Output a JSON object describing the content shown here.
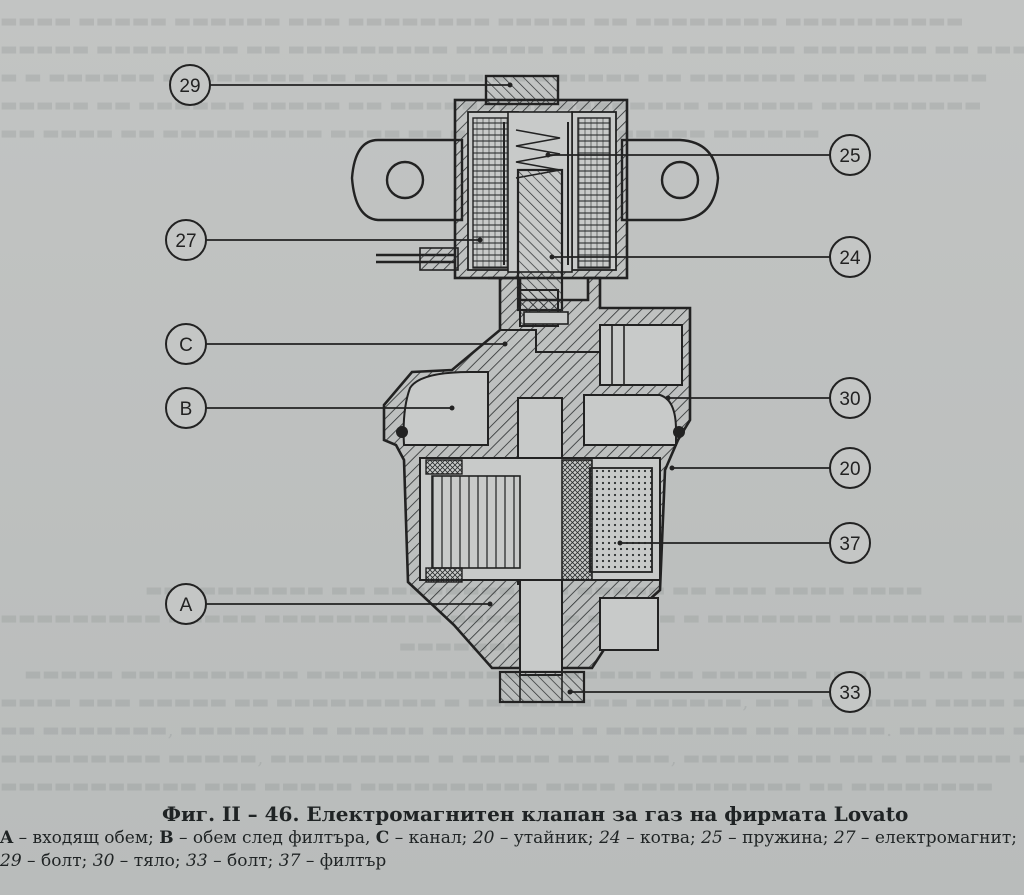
{
  "figure": {
    "callouts": [
      {
        "label": "29"
      },
      {
        "label": "25"
      },
      {
        "label": "27"
      },
      {
        "label": "24"
      },
      {
        "label": "C"
      },
      {
        "label": "B"
      },
      {
        "label": "30"
      },
      {
        "label": "20"
      },
      {
        "label": "37"
      },
      {
        "label": "A"
      },
      {
        "label": "33"
      }
    ]
  },
  "caption": {
    "title": "Фиг. II – 46. Електромагнитен клапан за газ на фирмата Lovato",
    "legend": [
      {
        "key": "A",
        "desc": "входящ обем;"
      },
      {
        "key": "B",
        "desc": "обем след филтъра,"
      },
      {
        "key": "C",
        "desc": "канал;"
      },
      {
        "key": "20",
        "desc": "утайник;"
      },
      {
        "key": "24",
        "desc": "котва;"
      },
      {
        "key": "25",
        "desc": "пружина;"
      },
      {
        "key": "27",
        "desc": "електромагнит;"
      },
      {
        "key": "29",
        "desc": "болт;"
      },
      {
        "key": "30",
        "desc": "тяло;"
      },
      {
        "key": "33",
        "desc": "болт;"
      },
      {
        "key": "37",
        "desc": "филтър"
      }
    ]
  },
  "colors": {
    "paper": "#bfc1c0",
    "ink": "#1f2324",
    "bleed_through": "#7f8584"
  }
}
